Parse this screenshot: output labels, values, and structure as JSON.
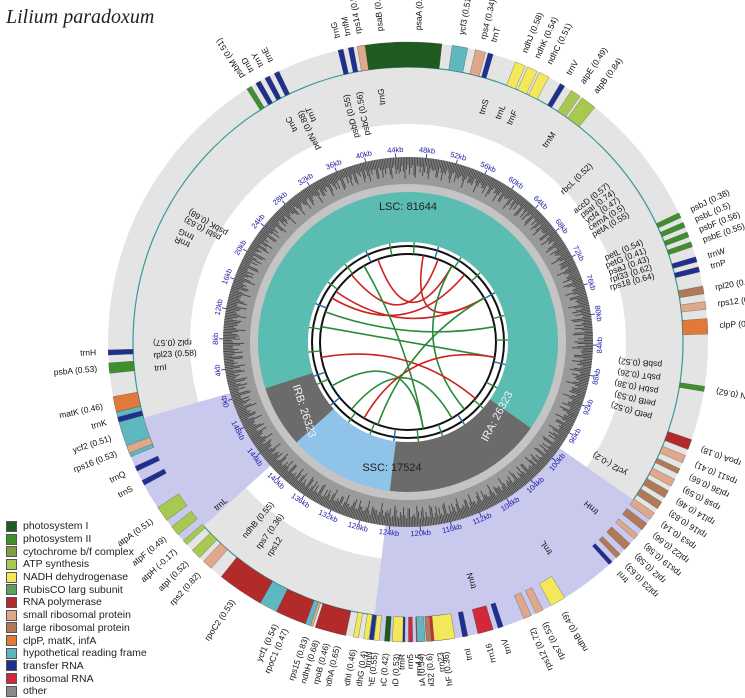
{
  "title": "Lilium paradoxum",
  "regions": {
    "lsc": "LSC: 81644",
    "ssc": "SSC: 17524",
    "ira": "IRA: 26323",
    "irb": "IRB: 26323"
  },
  "scale_ticks": [
    "0kb",
    "4kb",
    "8kb",
    "12kb",
    "16kb",
    "20kb",
    "24kb",
    "28kb",
    "32kb",
    "36kb",
    "40kb",
    "44kb",
    "48kb",
    "52kb",
    "56kb",
    "60kb",
    "64kb",
    "68kb",
    "72kb",
    "76kb",
    "80kb",
    "84kb",
    "88kb",
    "92kb",
    "96kb",
    "100kb",
    "104kb",
    "108kb",
    "112kb",
    "116kb",
    "120kb",
    "124kb",
    "128kb",
    "132kb",
    "136kb",
    "140kb",
    "144kb",
    "148kb"
  ],
  "colors": {
    "photosystem_I": "#1f5a1f",
    "photosystem_II": "#3f8f2f",
    "cytochrome": "#7f9f3f",
    "atp": "#a7c94f",
    "ndh": "#f2e85a",
    "rubisco": "#5f9f5f",
    "rna_polymerase": "#b22a2a",
    "small_ribosomal": "#e0a88a",
    "large_ribosomal": "#b07a5a",
    "clp": "#e07a3a",
    "ycf": "#5fb8c0",
    "trna": "#1f2f8f",
    "rrna": "#d02a3a",
    "other": "#8a8a8a",
    "lsc_fill": "#5bbcb2",
    "ssc_fill": "#8fc3e8",
    "ir_fill": "#6b6b6b",
    "ir_band": "#c9c9ee",
    "ring": "#e4e4e4"
  },
  "legend": [
    {
      "label": "photosystem I",
      "color": "#1f5a1f"
    },
    {
      "label": "photosystem II",
      "color": "#3f8f2f"
    },
    {
      "label": "cytochrome b/f complex",
      "color": "#7f9f3f"
    },
    {
      "label": "ATP synthesis",
      "color": "#a7c94f"
    },
    {
      "label": "NADH dehydrogenase",
      "color": "#f2e85a"
    },
    {
      "label": "RubisCO larg subunit",
      "color": "#5f9f5f"
    },
    {
      "label": "RNA polymerase",
      "color": "#b22a2a"
    },
    {
      "label": "small ribosomal protein",
      "color": "#e0a88a"
    },
    {
      "label": "large ribosomal protein",
      "color": "#b07a5a"
    },
    {
      "label": "clpP, matK, infA",
      "color": "#e07a3a"
    },
    {
      "label": "hypothetical reading frame",
      "color": "#5fb8c0"
    },
    {
      "label": "transfer RNA",
      "color": "#1f2f8f"
    },
    {
      "label": "ribosomal RNA",
      "color": "#d02a3a"
    },
    {
      "label": "other",
      "color": "#8a8a8a"
    }
  ],
  "outer_genes": [
    {
      "label": "psaB (0.48)",
      "angle": -5,
      "color": "#1f5a1f",
      "span": 8
    },
    {
      "label": "psaA (0.59)",
      "angle": 2,
      "color": "#1f5a1f",
      "span": 9
    },
    {
      "label": "ycf3 (0.51)",
      "angle": 10,
      "color": "#5fb8c0",
      "span": 3
    },
    {
      "label": "rps4 (0.34)",
      "angle": 14,
      "color": "#e0a88a",
      "span": 2
    },
    {
      "label": "trnT",
      "angle": 16,
      "color": "#1f2f8f",
      "span": 1
    },
    {
      "label": "ndhJ (0.58)",
      "angle": 22,
      "color": "#f2e85a",
      "span": 2
    },
    {
      "label": "ndhK (0.54)",
      "angle": 24.5,
      "color": "#f2e85a",
      "span": 2
    },
    {
      "label": "ndhC (0.51)",
      "angle": 27,
      "color": "#f2e85a",
      "span": 2
    },
    {
      "label": "trnV",
      "angle": 31,
      "color": "#1f2f8f",
      "span": 1
    },
    {
      "label": "atpE (0.49)",
      "angle": 34,
      "color": "#a7c94f",
      "span": 2
    },
    {
      "label": "atpB (0.84)",
      "angle": 37,
      "color": "#a7c94f",
      "span": 3
    },
    {
      "label": "psbJ (0.38)",
      "angle": 65,
      "color": "#3f8f2f",
      "span": 1
    },
    {
      "label": "psbL (0.5)",
      "angle": 67,
      "color": "#3f8f2f",
      "span": 1
    },
    {
      "label": "psbF (0.56)",
      "angle": 69,
      "color": "#3f8f2f",
      "span": 1
    },
    {
      "label": "psbE (0.55)",
      "angle": 71,
      "color": "#3f8f2f",
      "span": 1
    },
    {
      "label": "trnW",
      "angle": 74,
      "color": "#1f2f8f",
      "span": 1
    },
    {
      "label": "trnP",
      "angle": 76,
      "color": "#1f2f8f",
      "span": 1
    },
    {
      "label": "rpl20 (0.51)",
      "angle": 80,
      "color": "#b07a5a",
      "span": 1.5
    },
    {
      "label": "rps12 (0.51)",
      "angle": 83,
      "color": "#e0a88a",
      "span": 1.5
    },
    {
      "label": "clpP (0.49)",
      "angle": 87,
      "color": "#e07a3a",
      "span": 3
    },
    {
      "label": "psbN (0.62)",
      "angle": 99,
      "color": "#3f8f2f",
      "span": 1
    },
    {
      "label": "rpoA (0.18)",
      "angle": 110,
      "color": "#b22a2a",
      "span": 2
    },
    {
      "label": "rps11 (0.41)",
      "angle": 113,
      "color": "#e0a88a",
      "span": 1.5
    },
    {
      "label": "rpl36 (0.66)",
      "angle": 115.5,
      "color": "#b07a5a",
      "span": 1
    },
    {
      "label": "rps8 (0.59)",
      "angle": 118,
      "color": "#e0a88a",
      "span": 1.5
    },
    {
      "label": "rpl14 (0.46)",
      "angle": 120.5,
      "color": "#b07a5a",
      "span": 1.5
    },
    {
      "label": "rpl16 (0.83)",
      "angle": 123,
      "color": "#b07a5a",
      "span": 1.5
    },
    {
      "label": "rps3 (0.14)",
      "angle": 125.5,
      "color": "#e0a88a",
      "span": 1.5
    },
    {
      "label": "rpl22 (0.66)",
      "angle": 128,
      "color": "#b07a5a",
      "span": 1.5
    },
    {
      "label": "rps19 (0.58)",
      "angle": 130.5,
      "color": "#e0a88a",
      "span": 1
    },
    {
      "label": "rpl2 (0.58)",
      "angle": 133,
      "color": "#b07a5a",
      "span": 1.5
    },
    {
      "label": "rpl23 (0.63)",
      "angle": 135.5,
      "color": "#b07a5a",
      "span": 1
    },
    {
      "label": "trnI",
      "angle": 137.5,
      "color": "#1f2f8f",
      "span": 0.8
    },
    {
      "label": "ycf2 (0.51)",
      "angle": -108,
      "color": "#5fb8c0",
      "span": 9
    },
    {
      "label": "ndhB (0.49)",
      "angle": 150,
      "color": "#f2e85a",
      "span": 3
    },
    {
      "label": "rps7 (0.53)",
      "angle": 154,
      "color": "#e0a88a",
      "span": 1.5
    },
    {
      "label": "rps12 (0.72)",
      "angle": 156.5,
      "color": "#e0a88a",
      "span": 1.5
    },
    {
      "label": "trnV",
      "angle": 162,
      "color": "#1f2f8f",
      "span": 1
    },
    {
      "label": "rrn16",
      "angle": 165,
      "color": "#d02a3a",
      "span": 3
    },
    {
      "label": "trnI",
      "angle": 169,
      "color": "#1f2f8f",
      "span": 1
    },
    {
      "label": "rrn23",
      "angle": 174,
      "color": "#d02a3a",
      "span": 4
    },
    {
      "label": "rrn4.5",
      "angle": 178,
      "color": "#d02a3a",
      "span": 0.8
    },
    {
      "label": "rrn5",
      "angle": 179.5,
      "color": "#d02a3a",
      "span": 0.8
    },
    {
      "label": "trnR",
      "angle": 181,
      "color": "#1f2f8f",
      "span": 0.8
    },
    {
      "label": "trnN",
      "angle": 187,
      "color": "#1f2f8f",
      "span": 0.8
    },
    {
      "label": "ndhF (0.36)",
      "angle": 173,
      "color": "#f2e85a",
      "span": 4
    },
    {
      "label": "rpl32 (0.6)",
      "angle": 176,
      "color": "#b07a5a",
      "span": 1
    },
    {
      "label": "ccsA (0.54)",
      "angle": 177.5,
      "color": "#5fb8c0",
      "span": 1.5
    },
    {
      "label": "ndhD (0.53)",
      "angle": -178,
      "color": "#f2e85a",
      "span": 2
    },
    {
      "label": "psaC (0.42)",
      "angle": -176,
      "color": "#1f5a1f",
      "span": 1
    },
    {
      "label": "ndhE (0.55)",
      "angle": -174,
      "color": "#f2e85a",
      "span": 1
    },
    {
      "label": "ndhG (0.4)",
      "angle": -172,
      "color": "#f2e85a",
      "span": 1
    },
    {
      "label": "ndhI (0.46)",
      "angle": -170,
      "color": "#f2e85a",
      "span": 1
    },
    {
      "label": "ndhA (0.65)",
      "angle": -167,
      "color": "#f2e85a",
      "span": 2
    },
    {
      "label": "ndhH (0.68)",
      "angle": -163,
      "color": "#f2e85a",
      "span": 2
    },
    {
      "label": "rps15 (0.83)",
      "angle": -161,
      "color": "#e0a88a",
      "span": 1
    },
    {
      "label": "ycf1 (0.54)",
      "angle": -155,
      "color": "#5fb8c0",
      "span": 12
    },
    {
      "label": "psbA (0.53)",
      "angle": -95,
      "color": "#3f8f2f",
      "span": 2
    },
    {
      "label": "trnH",
      "angle": -92,
      "color": "#1f2f8f",
      "span": 1
    },
    {
      "label": "matK (0.46)",
      "angle": -102,
      "color": "#e07a3a",
      "span": 3
    },
    {
      "label": "trnK",
      "angle": -105,
      "color": "#1f2f8f",
      "span": 1
    },
    {
      "label": "rps16 (0.53)",
      "angle": -111,
      "color": "#e0a88a",
      "span": 1.5
    },
    {
      "label": "trnQ",
      "angle": -115,
      "color": "#1f2f8f",
      "span": 1
    },
    {
      "label": "trnS",
      "angle": -118,
      "color": "#1f2f8f",
      "span": 1
    },
    {
      "label": "atpA (0.51)",
      "angle": -125,
      "color": "#a7c94f",
      "span": 3
    },
    {
      "label": "atpF (0.49)",
      "angle": -129,
      "color": "#a7c94f",
      "span": 2
    },
    {
      "label": "atpH (-0.17)",
      "angle": -132,
      "color": "#a7c94f",
      "span": 1
    },
    {
      "label": "atpI (0.52)",
      "angle": -135,
      "color": "#a7c94f",
      "span": 2
    },
    {
      "label": "rps2 (0.82)",
      "angle": -138,
      "color": "#e0a88a",
      "span": 2
    },
    {
      "label": "rpoC2 (0.53)",
      "angle": -146,
      "color": "#b22a2a",
      "span": 9
    },
    {
      "label": "rpoC1 (0.47)",
      "angle": -157,
      "color": "#b22a2a",
      "span": 6
    },
    {
      "label": "rpoB (0.46)",
      "angle": -165,
      "color": "#b22a2a",
      "span": 6
    },
    {
      "label": "psbM (0.51)",
      "angle": -32,
      "color": "#3f8f2f",
      "span": 1
    },
    {
      "label": "trnD",
      "angle": -30,
      "color": "#1f2f8f",
      "span": 1
    },
    {
      "label": "trnY",
      "angle": -28,
      "color": "#1f2f8f",
      "span": 1
    },
    {
      "label": "trnE",
      "angle": -26,
      "color": "#1f2f8f",
      "span": 1
    },
    {
      "label": "rps14 (0.51)",
      "angle": -9,
      "color": "#e0a88a",
      "span": 1.5
    },
    {
      "label": "trnfM",
      "angle": -11,
      "color": "#1f2f8f",
      "span": 1
    },
    {
      "label": "trnG",
      "angle": -13,
      "color": "#1f2f8f",
      "span": 1
    }
  ],
  "inner_genes": [
    {
      "label": "petN (0.88)",
      "angle": -25
    },
    {
      "label": "trnC",
      "angle": -28
    },
    {
      "label": "trnT",
      "angle": -23
    },
    {
      "label": "psbD (0.55)",
      "angle": -14
    },
    {
      "label": "psbC (0.56)",
      "angle": -11
    },
    {
      "label": "trnG",
      "angle": -6
    },
    {
      "label": "trnS",
      "angle": 18
    },
    {
      "label": "trnL",
      "angle": 22
    },
    {
      "label": "trnF",
      "angle": 25
    },
    {
      "label": "trnM",
      "angle": 35
    },
    {
      "label": "rbcL (0.52)",
      "angle": 46
    },
    {
      "label": "accD (0.57)",
      "angle": 52
    },
    {
      "label": "psaI (0.74)",
      "angle": 54
    },
    {
      "label": "ycf4 (0.47)",
      "angle": 56
    },
    {
      "label": "cemA (0.5)",
      "angle": 58
    },
    {
      "label": "petA (0.55)",
      "angle": 60
    },
    {
      "label": "petL (0.54)",
      "angle": 67
    },
    {
      "label": "petG (0.41)",
      "angle": 69
    },
    {
      "label": "psaJ (0.43)",
      "angle": 71
    },
    {
      "label": "rpl33 (0.62)",
      "angle": 73
    },
    {
      "label": "rps18 (0.64)",
      "angle": 75
    },
    {
      "label": "psbB (0.52)",
      "angle": 95
    },
    {
      "label": "psbT (0.26)",
      "angle": 98
    },
    {
      "label": "psbH (0.38)",
      "angle": 101
    },
    {
      "label": "petB (0.53)",
      "angle": 104
    },
    {
      "label": "petD (0.52)",
      "angle": 107
    },
    {
      "label": "trnR",
      "angle": -66
    },
    {
      "label": "trnG",
      "angle": -64
    },
    {
      "label": "psbI (0.63)",
      "angle": -61
    },
    {
      "label": "psbK (0.68)",
      "angle": -59
    },
    {
      "label": "rpl2 (0.57)",
      "angle": -90
    },
    {
      "label": "rpl23 (0.58)",
      "angle": -93
    },
    {
      "label": "trnI",
      "angle": -96
    },
    {
      "label": "trnH",
      "angle": 132
    },
    {
      "label": "ycf2 (-0.2)",
      "angle": 121
    },
    {
      "label": "trnL",
      "angle": 146
    },
    {
      "label": "trnN",
      "angle": 165
    },
    {
      "label": "ndhB (0.55)",
      "angle": -140
    },
    {
      "label": "rps7 (0.36)",
      "angle": -144
    },
    {
      "label": "rps12",
      "angle": -147
    },
    {
      "label": "trnL",
      "angle": -131
    }
  ]
}
